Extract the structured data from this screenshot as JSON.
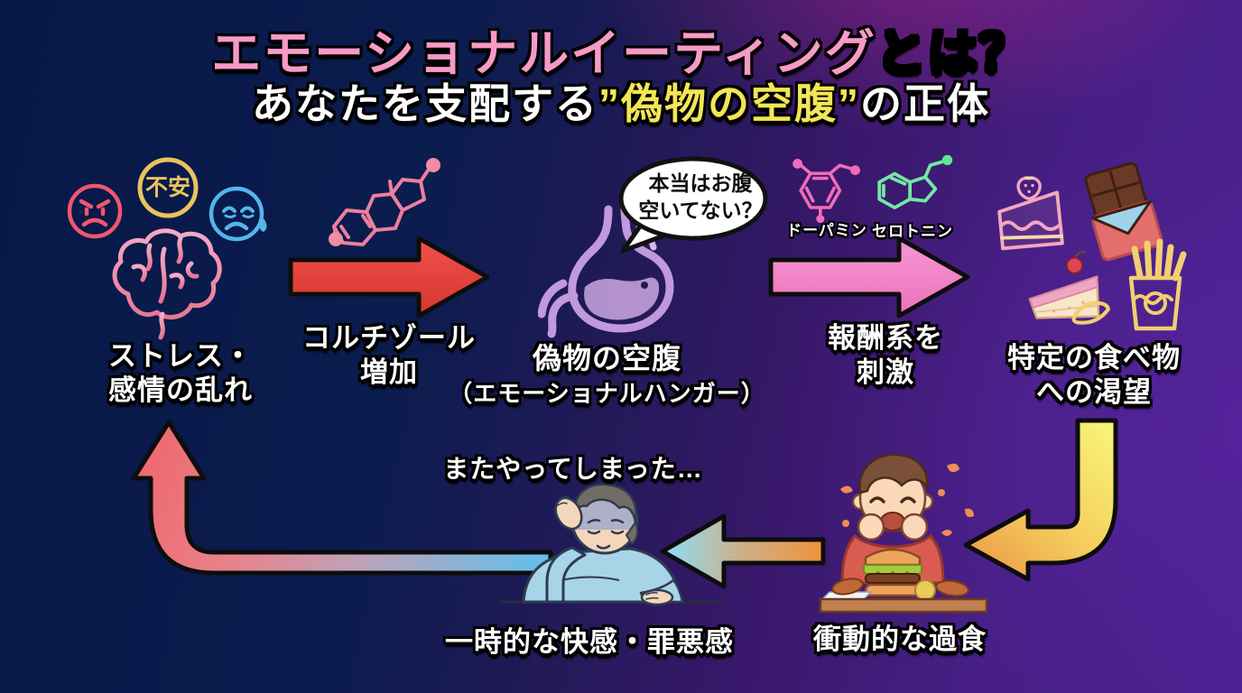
{
  "title": {
    "line1_highlight": "エモーショナルイーティング",
    "line1_rest": "とは？",
    "line2_prefix": "あなたを支配する",
    "line2_highlight": "”偽物の空腹”",
    "line2_suffix": "の正体"
  },
  "cycle": {
    "stress": {
      "line1": "ストレス・",
      "line2": "感情の乱れ",
      "anxiety_badge": "不安"
    },
    "cortisol": {
      "line1": "コルチゾール",
      "line2": "増加"
    },
    "fake_hunger": {
      "line1": "偽物の空腹",
      "line2": "（エモーショナルハンガー）",
      "bubble_line1": "本当はお腹",
      "bubble_line2": "空いてない？"
    },
    "reward": {
      "line1": "報酬系を",
      "line2": "刺激",
      "dopamine": "ドーパミン",
      "serotonin": "セロトニン"
    },
    "craving": {
      "line1": "特定の食べ物",
      "line2": "への渇望"
    },
    "binge": {
      "label": "衝動的な過食"
    },
    "aftermath": {
      "thought": "またやってしまった…",
      "label": "一時的な快感・罪悪感"
    }
  },
  "colors": {
    "background_navy": "#0b1c4e",
    "background_purple": "#4b2191",
    "title_pink": "#f79ac8",
    "highlight_yellow": "#f2e556",
    "arrow_red": "#e93f38",
    "arrow_pink": "#f287cc",
    "arrow_yellow": "#f8ef6c",
    "arrow_orange": "#f0a24c",
    "return_arrow_blue": "#5fc0ee",
    "return_arrow_pink": "#ee6a70",
    "brain_pink": "#f08cbe",
    "stomach_purple": "#c199dd",
    "dopamine_pink": "#f06cba",
    "serotonin_green": "#74e8a4",
    "fries_yellow": "#f2cf6e",
    "cake_pink": "#f2a8bc"
  }
}
